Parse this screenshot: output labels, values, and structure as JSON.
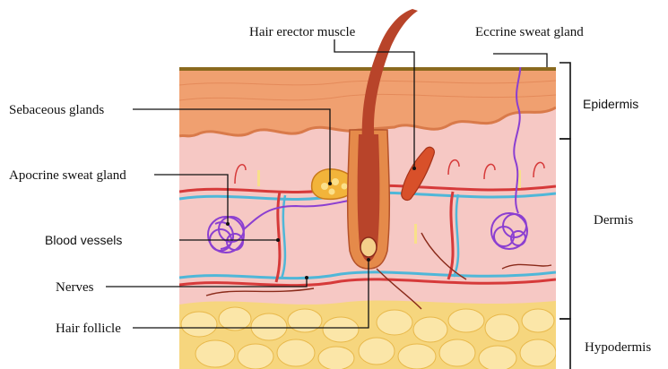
{
  "labels": {
    "hair_erector_muscle": "Hair erector muscle",
    "eccrine_sweat_gland": "Eccrine sweat gland",
    "sebaceous_glands": "Sebaceous glands",
    "apocrine_sweat_gland": "Apocrine sweat gland",
    "blood_vessels": "Blood vessels",
    "nerves": "Nerves",
    "hair_follicle": "Hair follicle",
    "epidermis": "Epidermis",
    "dermis": "Dermis",
    "hypodermis": "Hypodermis"
  },
  "colors": {
    "surface_band": "#8a6a1e",
    "epidermis": "#f0a070",
    "dermis": "#f6c8c4",
    "hypodermis": "#f6d67e",
    "fat_cell": "#fbe6a8",
    "blood_red": "#d63a3a",
    "blood_blue": "#4fb7d8",
    "gland_purple": "#8b3fd1",
    "hair": "#b8442a"
  }
}
